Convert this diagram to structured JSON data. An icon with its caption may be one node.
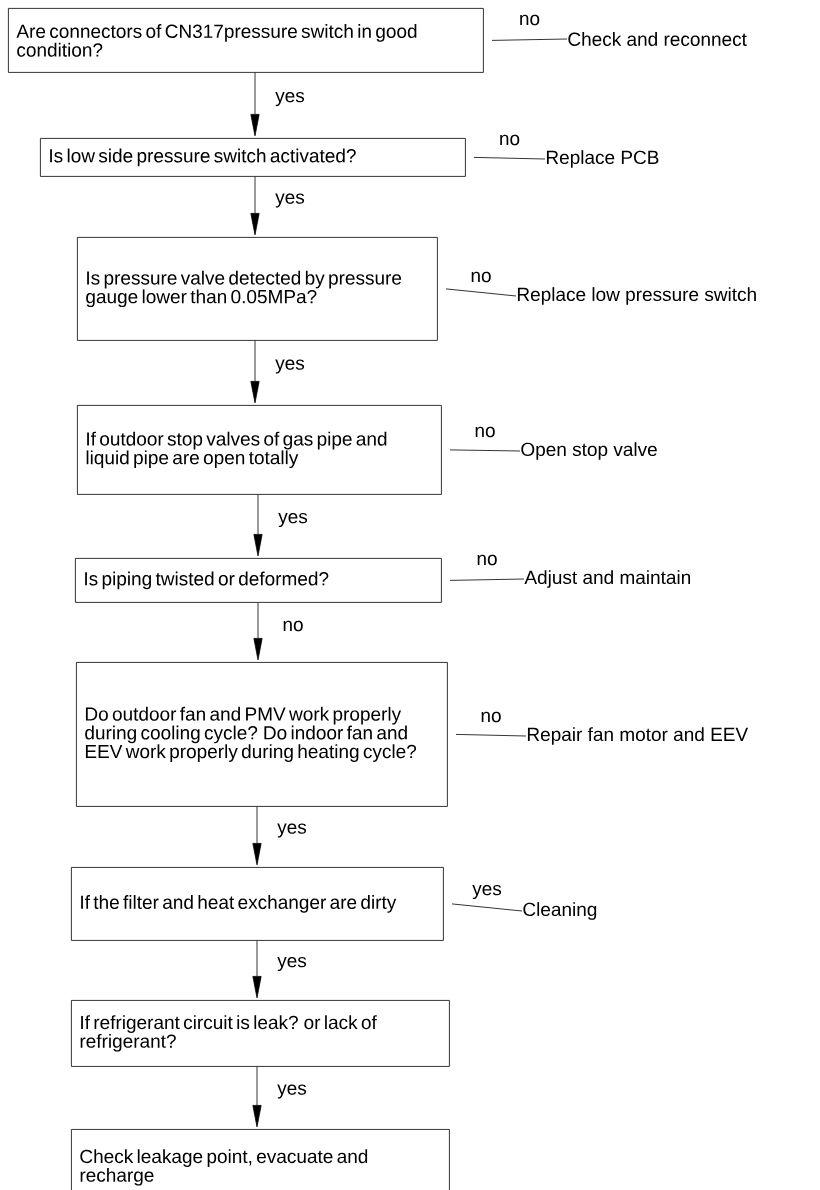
{
  "diagram": {
    "nodes": [
      {
        "text": [
          "Are connectors of CN317pressure switch in good condition?"
        ]
      },
      {
        "text": [
          "Check and reconnect"
        ]
      },
      {
        "text": [
          "Is low side pressure switch activated?"
        ]
      },
      {
        "text": [
          "Replace PCB"
        ]
      },
      {
        "text": [
          "Is pressure valve detected by pressure gauge lower than 0.05MPa?"
        ]
      },
      {
        "text": [
          "Replace low pressure switch"
        ]
      },
      {
        "text": [
          "If outdoor stop valves of gas pipe and liquid pipe are open totally"
        ]
      },
      {
        "text": [
          "Open stop valve"
        ]
      },
      {
        "text": [
          "Is piping twisted or deformed?"
        ]
      },
      {
        "text": [
          "Adjust and maintain"
        ]
      },
      {
        "text": [
          "Do outdoor fan and PMV work properly during cooling cycle? Do indoor fan and EEV work properly during heating cycle?"
        ]
      },
      {
        "text": [
          "Repair fan motor and EEV"
        ]
      },
      {
        "text": [
          "If the filter and heat exchanger are dirty"
        ]
      },
      {
        "text": [
          "Cleaning"
        ]
      },
      {
        "text": [
          "If refrigerant circuit is leak? or lack of refrigerant?"
        ]
      },
      {
        "text": [
          "Check leakage point, evacuate and recharge"
        ]
      }
    ],
    "edges": [
      {
        "from": 0,
        "to": 1,
        "arrow": "none",
        "label": "no"
      },
      {
        "from": 0,
        "to": 2,
        "arrow": "to",
        "label": "yes"
      },
      {
        "from": 2,
        "to": 3,
        "arrow": "none",
        "label": "no"
      },
      {
        "from": 2,
        "to": 4,
        "arrow": "to",
        "label": "yes"
      },
      {
        "from": 4,
        "to": 5,
        "arrow": "none",
        "label": "no"
      },
      {
        "from": 4,
        "to": 6,
        "arrow": "to",
        "label": "yes"
      },
      {
        "from": 6,
        "to": 7,
        "arrow": "none",
        "label": "no"
      },
      {
        "from": 6,
        "to": 8,
        "arrow": "to",
        "label": "yes"
      },
      {
        "from": 8,
        "to": 9,
        "arrow": "none",
        "label": "no"
      },
      {
        "from": 8,
        "to": 10,
        "arrow": "to",
        "label": "no"
      },
      {
        "from": 10,
        "to": 11,
        "arrow": "none",
        "label": "no"
      },
      {
        "from": 10,
        "to": 12,
        "arrow": "to",
        "label": "yes"
      },
      {
        "from": 12,
        "to": 13,
        "arrow": "none",
        "label": "yes"
      },
      {
        "from": 12,
        "to": 14,
        "arrow": "to",
        "label": "yes"
      },
      {
        "from": 14,
        "to": 15,
        "arrow": "to",
        "label": "yes"
      }
    ]
  }
}
